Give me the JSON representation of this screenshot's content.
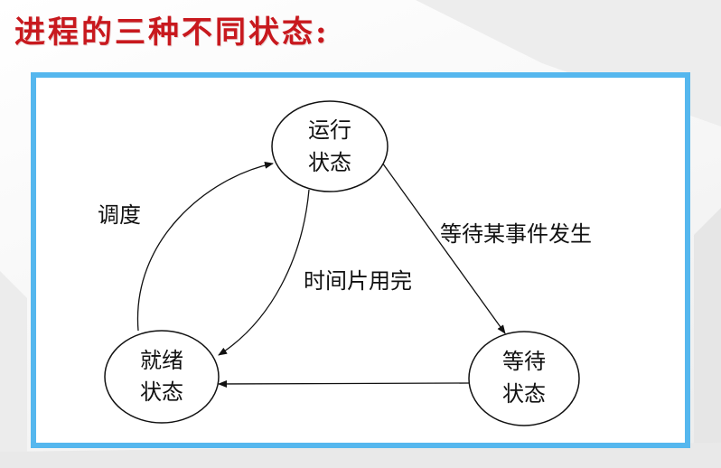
{
  "slide": {
    "title": "进程的三种不同状态:"
  },
  "diagram": {
    "states": {
      "running": [
        "运行",
        "状态"
      ],
      "ready": [
        "就绪",
        "状态"
      ],
      "waiting": [
        "等待",
        "状态"
      ]
    },
    "edges": {
      "schedule": "调度",
      "timeout": "时间片用完",
      "wait_event": "等待某事件发生"
    }
  },
  "colors": {
    "title": "#c8191e",
    "frame_border": "#55b7ee",
    "line": "#111111"
  }
}
